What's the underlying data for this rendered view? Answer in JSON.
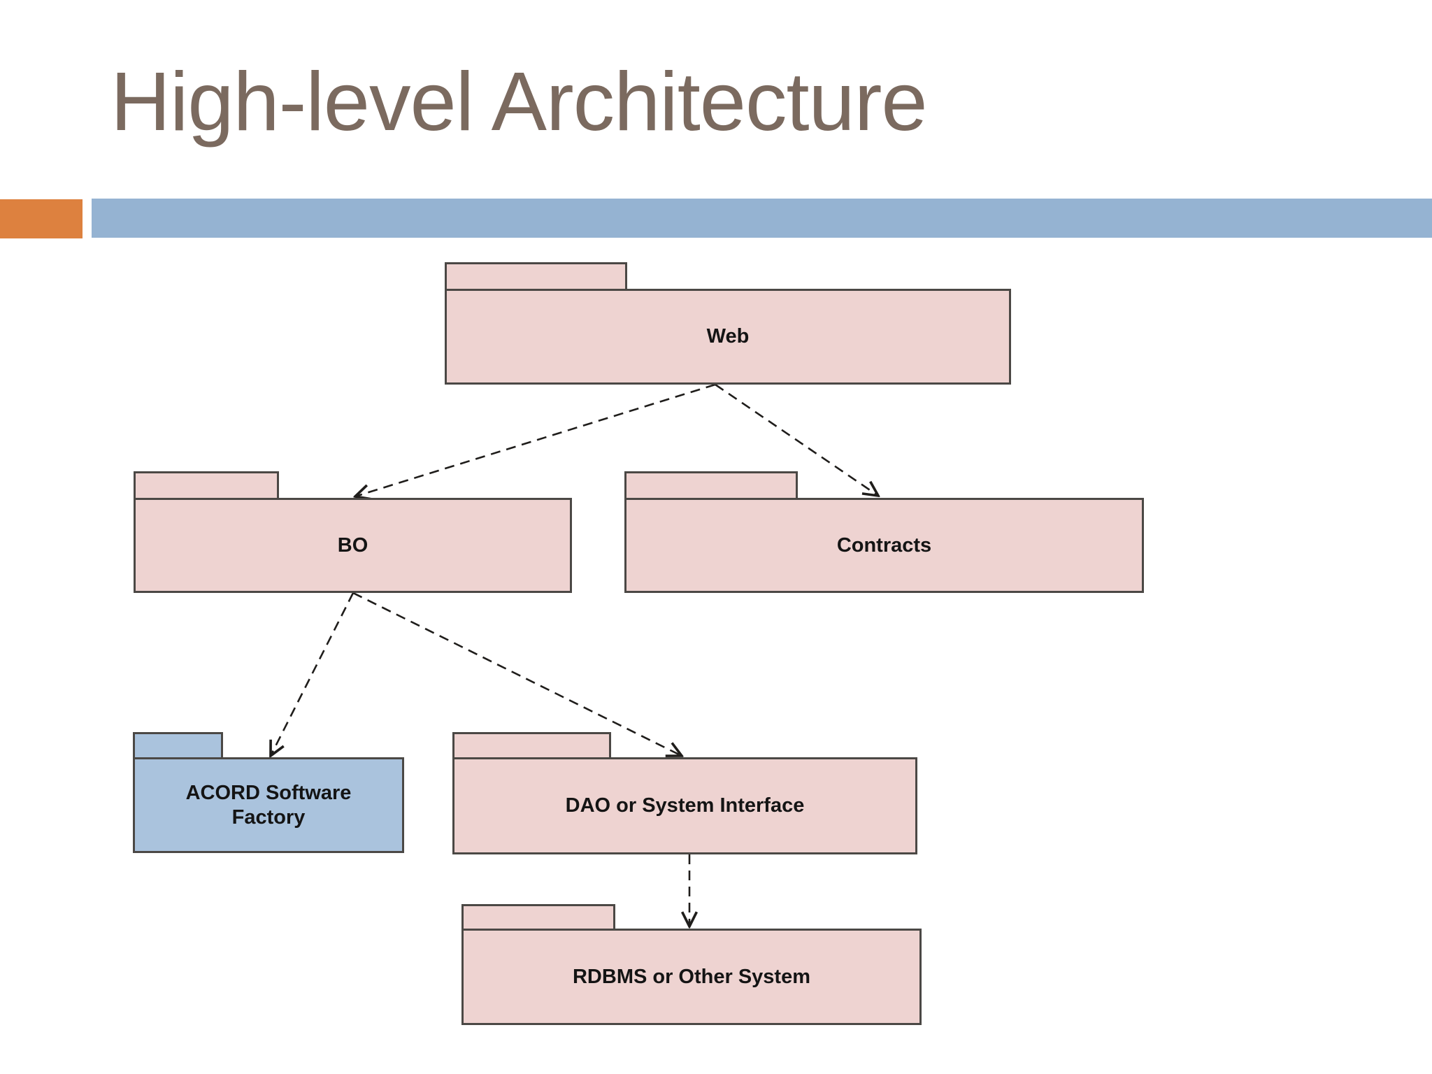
{
  "slide": {
    "title": "High-level Architecture"
  },
  "diagram": {
    "type": "uml-package-diagram",
    "packages": [
      {
        "id": "web",
        "label": "Web",
        "fill": "#eed3d1"
      },
      {
        "id": "bo",
        "label": "BO",
        "fill": "#eed3d1"
      },
      {
        "id": "contracts",
        "label": "Contracts",
        "fill": "#eed3d1"
      },
      {
        "id": "acord",
        "label": "ACORD Software Factory",
        "fill": "#aac3dd"
      },
      {
        "id": "dao",
        "label": "DAO or System Interface",
        "fill": "#eed3d1"
      },
      {
        "id": "rdbms",
        "label": "RDBMS or Other System",
        "fill": "#eed3d1"
      }
    ],
    "dependencies": [
      {
        "from": "Web",
        "to": "BO"
      },
      {
        "from": "Web",
        "to": "Contracts"
      },
      {
        "from": "BO",
        "to": "ACORD Software Factory"
      },
      {
        "from": "BO",
        "to": "DAO or System Interface"
      },
      {
        "from": "DAO or System Interface",
        "to": "RDBMS or Other System"
      }
    ],
    "arrow_style": "dashed-open-arrowhead"
  },
  "theme": {
    "background": "#ffffff",
    "title_color": "#7b6a5f",
    "accent_orange": "#dd813f",
    "accent_bar_blue": "#95b3d2",
    "package_pink": "#eed3d1",
    "package_blue": "#aac3dd",
    "package_border": "#4b4845",
    "arrow_color": "#1f1d1b",
    "label_color": "#141414"
  }
}
